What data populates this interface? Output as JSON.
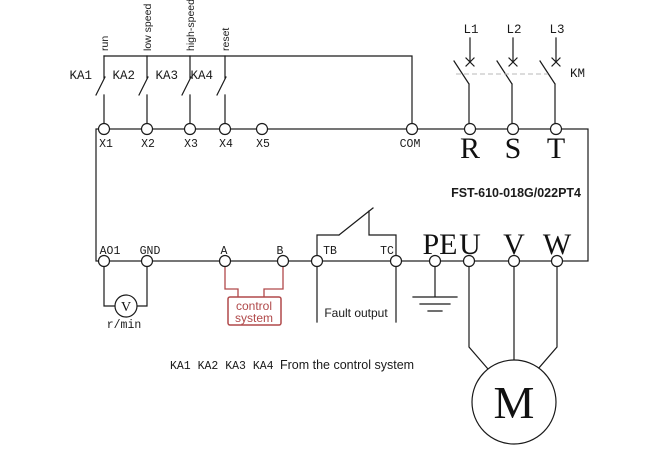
{
  "colors": {
    "wire": "#1a1a1a",
    "accent_red": "#b0494a",
    "linkage_dash": "#b9b9b9"
  },
  "diagram": {
    "model": "FST-610-018G/022PT4",
    "control_inputs": {
      "function_labels": [
        "run",
        "low speed",
        "high-speed",
        "reset"
      ],
      "relay_labels": [
        "KA1",
        "KA2",
        "KA3",
        "KA4"
      ],
      "terminals": [
        "X1",
        "X2",
        "X3",
        "X4",
        "X5"
      ],
      "common_terminal": "COM"
    },
    "power_input": {
      "phases": [
        "L1",
        "L2",
        "L3"
      ],
      "contactor": "KM",
      "terminals": [
        "R",
        "S",
        "T"
      ]
    },
    "analog_output": {
      "terminals": [
        "AO1",
        "GND"
      ],
      "meter": "V",
      "unit": "r/min"
    },
    "comm_port": {
      "terminals": [
        "A",
        "B"
      ],
      "box_lines": [
        "control",
        "system"
      ]
    },
    "fault_output": {
      "terminals": [
        "TB",
        "TC"
      ],
      "label": "Fault output"
    },
    "power_output": {
      "earth": "PE",
      "terminals": [
        "U",
        "V",
        "W"
      ],
      "motor": "M"
    },
    "footnote": {
      "relays": "KA1 KA2 KA3 KA4",
      "note": "From the control system"
    }
  }
}
